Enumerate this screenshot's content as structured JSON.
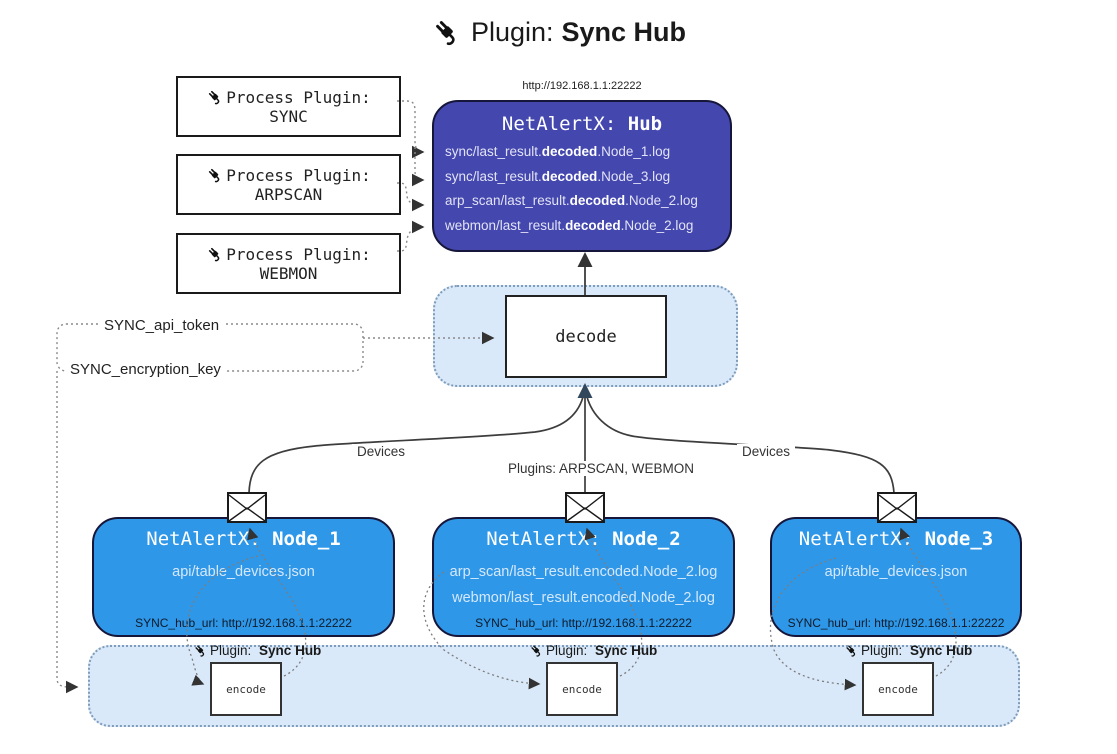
{
  "title": {
    "prefix": "Plugin:",
    "name": "Sync Hub"
  },
  "hub": {
    "url": "http://192.168.1.1:22222",
    "title_prefix": "NetAlertX:",
    "title_name": "Hub",
    "logs": [
      {
        "pre": "sync/last_result.",
        "bold": "decoded",
        "post": ".Node_1.log"
      },
      {
        "pre": "sync/last_result.",
        "bold": "decoded",
        "post": ".Node_3.log"
      },
      {
        "pre": "arp_scan/last_result.",
        "bold": "decoded",
        "post": ".Node_2.log"
      },
      {
        "pre": "webmon/last_result.",
        "bold": "decoded",
        "post": ".Node_2.log"
      }
    ]
  },
  "process_plugins": [
    {
      "label": "Process Plugin:",
      "name": "SYNC"
    },
    {
      "label": "Process Plugin:",
      "name": "ARPSCAN"
    },
    {
      "label": "Process Plugin:",
      "name": "WEBMON"
    }
  ],
  "decode": {
    "label": "decode"
  },
  "keys": {
    "api_token": "SYNC_api_token",
    "encryption_key": "SYNC_encryption_key"
  },
  "edge_labels": {
    "devices_left": "Devices",
    "plugins_mid": "Plugins: ARPSCAN, WEBMON",
    "devices_right": "Devices"
  },
  "nodes": [
    {
      "title_prefix": "NetAlertX:",
      "title_name": "Node_1",
      "files": [
        "api/table_devices.json"
      ],
      "hub_url": "SYNC_hub_url: http://192.168.1.1:22222"
    },
    {
      "title_prefix": "NetAlertX:",
      "title_name": "Node_2",
      "files": [
        "arp_scan/last_result.encoded.Node_2.log",
        "webmon/last_result.encoded.Node_2.log"
      ],
      "hub_url": "SYNC_hub_url: http://192.168.1.1:22222"
    },
    {
      "title_prefix": "NetAlertX:",
      "title_name": "Node_3",
      "files": [
        "api/table_devices.json"
      ],
      "hub_url": "SYNC_hub_url: http://192.168.1.1:22222"
    }
  ],
  "encoders": [
    {
      "plugin_prefix": "Plugin:",
      "plugin_name": "Sync Hub",
      "label": "encode"
    },
    {
      "plugin_prefix": "Plugin:",
      "plugin_name": "Sync Hub",
      "label": "encode"
    },
    {
      "plugin_prefix": "Plugin:",
      "plugin_name": "Sync Hub",
      "label": "encode"
    }
  ],
  "colors": {
    "hub_fill": "#4347ae",
    "node_fill": "#2f97e8",
    "band_fill": "#d9e9f9",
    "band_border": "#7f9cba",
    "wire": "#3d3d3d",
    "dotted_wire": "#8a8a8a",
    "arrow_dark": "#31475c"
  }
}
